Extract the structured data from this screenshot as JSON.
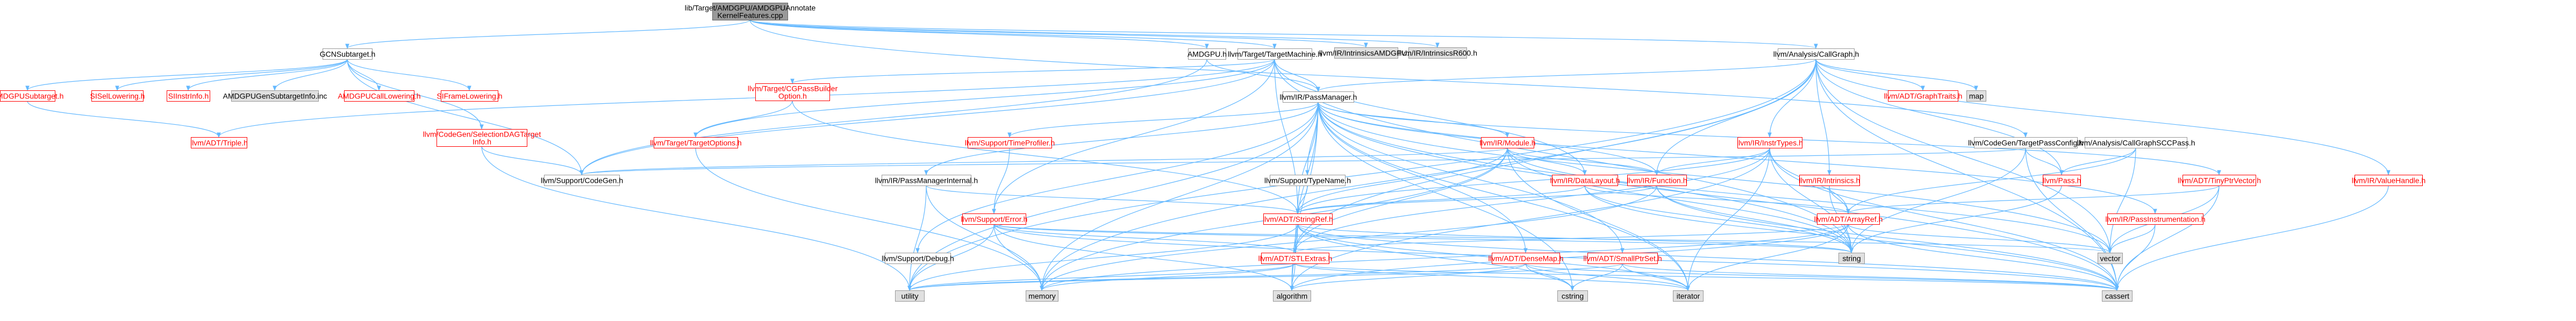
{
  "graph": {
    "nodes": [
      {
        "id": "root",
        "label": [
          "lib/Target/AMDGPU/AMDGPUAnnotate",
          "KernelFeatures.cpp"
        ],
        "style": "root"
      },
      {
        "id": "gcnsub",
        "label": [
          "GCNSubtarget.h"
        ],
        "style": "normal"
      },
      {
        "id": "amdgpuh",
        "label": [
          "AMDGPU.h"
        ],
        "style": "normal"
      },
      {
        "id": "tm",
        "label": [
          "llvm/Target/TargetMachine.h"
        ],
        "style": "normal"
      },
      {
        "id": "cg",
        "label": [
          "llvm/Analysis/CallGraph.h"
        ],
        "style": "normal"
      },
      {
        "id": "intr_amdgpu",
        "label": [
          "llvm/IR/IntrinsicsAMDGPU.h"
        ],
        "style": "gray"
      },
      {
        "id": "intr_r600",
        "label": [
          "llvm/IR/IntrinsicsR600.h"
        ],
        "style": "gray"
      },
      {
        "id": "amdgpusub",
        "label": [
          "AMDGPUSubtarget.h"
        ],
        "style": "red"
      },
      {
        "id": "sisel",
        "label": [
          "SISelLowering.h"
        ],
        "style": "red"
      },
      {
        "id": "siinstr",
        "label": [
          "SIInstrInfo.h"
        ],
        "style": "red"
      },
      {
        "id": "amdgpugen",
        "label": [
          "AMDGPUGenSubtargetInfo.inc"
        ],
        "style": "gray"
      },
      {
        "id": "amdgpucall",
        "label": [
          "AMDGPUCallLowering.h"
        ],
        "style": "red"
      },
      {
        "id": "siframe",
        "label": [
          "SIFrameLowering.h"
        ],
        "style": "red"
      },
      {
        "id": "triple",
        "label": [
          "llvm/ADT/Triple.h"
        ],
        "style": "red"
      },
      {
        "id": "seldag",
        "label": [
          "llvm/CodeGen/SelectionDAGTarget",
          "Info.h"
        ],
        "style": "red"
      },
      {
        "id": "cgpassbuilder",
        "label": [
          "llvm/Target/CGPassBuilder",
          "Option.h"
        ],
        "style": "red"
      },
      {
        "id": "passmanager",
        "label": [
          "llvm/IR/PassManager.h"
        ],
        "style": "normal"
      },
      {
        "id": "graphtraits",
        "label": [
          "llvm/ADT/GraphTraits.h"
        ],
        "style": "red"
      },
      {
        "id": "map",
        "label": [
          "map"
        ],
        "style": "gray"
      },
      {
        "id": "targetoptions",
        "label": [
          "llvm/Target/TargetOptions.h"
        ],
        "style": "red"
      },
      {
        "id": "timeprofiler",
        "label": [
          "llvm/Support/TimeProfiler.h"
        ],
        "style": "red"
      },
      {
        "id": "module",
        "label": [
          "llvm/IR/Module.h"
        ],
        "style": "red"
      },
      {
        "id": "instrtypes",
        "label": [
          "llvm/IR/InstrTypes.h"
        ],
        "style": "red"
      },
      {
        "id": "tpconfig",
        "label": [
          "llvm/CodeGen/TargetPassConfig.h"
        ],
        "style": "normal"
      },
      {
        "id": "cgscc",
        "label": [
          "llvm/Analysis/CallGraphSCCPass.h"
        ],
        "style": "normal"
      },
      {
        "id": "codegen",
        "label": [
          "llvm/Support/CodeGen.h"
        ],
        "style": "normal"
      },
      {
        "id": "pminternal",
        "label": [
          "llvm/IR/PassManagerInternal.h"
        ],
        "style": "normal"
      },
      {
        "id": "typename",
        "label": [
          "llvm/Support/TypeName.h"
        ],
        "style": "normal"
      },
      {
        "id": "datalayout",
        "label": [
          "llvm/IR/DataLayout.h"
        ],
        "style": "red"
      },
      {
        "id": "function",
        "label": [
          "llvm/IR/Function.h"
        ],
        "style": "red"
      },
      {
        "id": "intrinsics",
        "label": [
          "llvm/IR/Intrinsics.h"
        ],
        "style": "red"
      },
      {
        "id": "pass",
        "label": [
          "llvm/Pass.h"
        ],
        "style": "red"
      },
      {
        "id": "tinyptr",
        "label": [
          "llvm/ADT/TinyPtrVector.h"
        ],
        "style": "red"
      },
      {
        "id": "valuehandle",
        "label": [
          "llvm/IR/ValueHandle.h"
        ],
        "style": "red"
      },
      {
        "id": "error",
        "label": [
          "llvm/Support/Error.h"
        ],
        "style": "red"
      },
      {
        "id": "stringref",
        "label": [
          "llvm/ADT/StringRef.h"
        ],
        "style": "red"
      },
      {
        "id": "arrayref",
        "label": [
          "llvm/ADT/ArrayRef.h"
        ],
        "style": "red"
      },
      {
        "id": "passinstr",
        "label": [
          "llvm/IR/PassInstrumentation.h"
        ],
        "style": "red"
      },
      {
        "id": "debug",
        "label": [
          "llvm/Support/Debug.h"
        ],
        "style": "normal"
      },
      {
        "id": "stlextras",
        "label": [
          "llvm/ADT/STLExtras.h"
        ],
        "style": "red"
      },
      {
        "id": "densemap",
        "label": [
          "llvm/ADT/DenseMap.h"
        ],
        "style": "red"
      },
      {
        "id": "smallptrset",
        "label": [
          "llvm/ADT/SmallPtrSet.h"
        ],
        "style": "red"
      },
      {
        "id": "string",
        "label": [
          "string"
        ],
        "style": "gray"
      },
      {
        "id": "vector",
        "label": [
          "vector"
        ],
        "style": "gray"
      },
      {
        "id": "utility",
        "label": [
          "utility"
        ],
        "style": "gray"
      },
      {
        "id": "memory",
        "label": [
          "memory"
        ],
        "style": "gray"
      },
      {
        "id": "algorithm",
        "label": [
          "algorithm"
        ],
        "style": "gray"
      },
      {
        "id": "cstring",
        "label": [
          "cstring"
        ],
        "style": "gray"
      },
      {
        "id": "iterator",
        "label": [
          "iterator"
        ],
        "style": "gray"
      },
      {
        "id": "cassert",
        "label": [
          "cassert"
        ],
        "style": "gray"
      }
    ],
    "edges": [
      [
        "root",
        "gcnsub"
      ],
      [
        "root",
        "amdgpuh"
      ],
      [
        "root",
        "tm"
      ],
      [
        "root",
        "cg"
      ],
      [
        "root",
        "intr_amdgpu"
      ],
      [
        "root",
        "intr_r600"
      ],
      [
        "root",
        "tpconfig"
      ],
      [
        "gcnsub",
        "amdgpusub"
      ],
      [
        "gcnsub",
        "sisel"
      ],
      [
        "gcnsub",
        "siinstr"
      ],
      [
        "gcnsub",
        "amdgpugen"
      ],
      [
        "gcnsub",
        "amdgpucall"
      ],
      [
        "gcnsub",
        "siframe"
      ],
      [
        "gcnsub",
        "seldag"
      ],
      [
        "gcnsub",
        "codegen"
      ],
      [
        "amdgpusub",
        "triple"
      ],
      [
        "amdgpuh",
        "passmanager"
      ],
      [
        "amdgpuh",
        "codegen"
      ],
      [
        "tm",
        "triple"
      ],
      [
        "tm",
        "cgpassbuilder"
      ],
      [
        "tm",
        "passmanager"
      ],
      [
        "tm",
        "targetoptions"
      ],
      [
        "tm",
        "codegen"
      ],
      [
        "tm",
        "error"
      ],
      [
        "tm",
        "datalayout"
      ],
      [
        "tm",
        "stringref"
      ],
      [
        "tm",
        "string"
      ],
      [
        "cg",
        "passmanager"
      ],
      [
        "cg",
        "graphtraits"
      ],
      [
        "cg",
        "map"
      ],
      [
        "cg",
        "instrtypes"
      ],
      [
        "cg",
        "function"
      ],
      [
        "cg",
        "intrinsics"
      ],
      [
        "cg",
        "pass"
      ],
      [
        "cg",
        "valuehandle"
      ],
      [
        "cg",
        "stlextras"
      ],
      [
        "cg",
        "cassert"
      ],
      [
        "cg",
        "vector"
      ],
      [
        "cg",
        "memory"
      ],
      [
        "cg",
        "utility"
      ],
      [
        "cgpassbuilder",
        "targetoptions"
      ],
      [
        "cgpassbuilder",
        "stringref"
      ],
      [
        "seldag",
        "codegen"
      ],
      [
        "seldag",
        "utility"
      ],
      [
        "passmanager",
        "timeprofiler"
      ],
      [
        "passmanager",
        "module"
      ],
      [
        "passmanager",
        "pminternal"
      ],
      [
        "passmanager",
        "typename"
      ],
      [
        "passmanager",
        "function"
      ],
      [
        "passmanager",
        "passinstr"
      ],
      [
        "passmanager",
        "tinyptr"
      ],
      [
        "passmanager",
        "stlextras"
      ],
      [
        "passmanager",
        "debug"
      ],
      [
        "passmanager",
        "densemap"
      ],
      [
        "passmanager",
        "smallptrset"
      ],
      [
        "passmanager",
        "stringref"
      ],
      [
        "passmanager",
        "string"
      ],
      [
        "passmanager",
        "vector"
      ],
      [
        "passmanager",
        "memory"
      ],
      [
        "passmanager",
        "algorithm"
      ],
      [
        "passmanager",
        "cstring"
      ],
      [
        "passmanager",
        "iterator"
      ],
      [
        "passmanager",
        "cassert"
      ],
      [
        "passmanager",
        "utility"
      ],
      [
        "targetoptions",
        "memory"
      ],
      [
        "timeprofiler",
        "error"
      ],
      [
        "module",
        "codegen"
      ],
      [
        "module",
        "datalayout"
      ],
      [
        "module",
        "function"
      ],
      [
        "module",
        "stlextras"
      ],
      [
        "module",
        "stringref"
      ],
      [
        "module",
        "iterator"
      ],
      [
        "module",
        "string"
      ],
      [
        "module",
        "vector"
      ],
      [
        "module",
        "memory"
      ],
      [
        "instrtypes",
        "function"
      ],
      [
        "instrtypes",
        "stringref"
      ],
      [
        "instrtypes",
        "arrayref"
      ],
      [
        "instrtypes",
        "stlextras"
      ],
      [
        "instrtypes",
        "string"
      ],
      [
        "instrtypes",
        "iterator"
      ],
      [
        "instrtypes",
        "cassert"
      ],
      [
        "instrtypes",
        "algorithm"
      ],
      [
        "tpconfig",
        "pass"
      ],
      [
        "tpconfig",
        "codegen"
      ],
      [
        "tpconfig",
        "cassert"
      ],
      [
        "tpconfig",
        "string"
      ],
      [
        "cgscc",
        "pass"
      ],
      [
        "cgscc",
        "arrayref"
      ],
      [
        "cgscc",
        "vector"
      ],
      [
        "pminternal",
        "stringref"
      ],
      [
        "pminternal",
        "memory"
      ],
      [
        "pminternal",
        "utility"
      ],
      [
        "typename",
        "stringref"
      ],
      [
        "datalayout",
        "stringref"
      ],
      [
        "datalayout",
        "arrayref"
      ],
      [
        "datalayout",
        "string"
      ],
      [
        "datalayout",
        "cassert"
      ],
      [
        "function",
        "stringref"
      ],
      [
        "function",
        "string"
      ],
      [
        "function",
        "memory"
      ],
      [
        "function",
        "cassert"
      ],
      [
        "intrinsics",
        "arrayref"
      ],
      [
        "intrinsics",
        "string"
      ],
      [
        "pass",
        "string"
      ],
      [
        "tinyptr",
        "arrayref"
      ],
      [
        "tinyptr",
        "vector"
      ],
      [
        "tinyptr",
        "cassert"
      ],
      [
        "valuehandle",
        "cassert"
      ],
      [
        "error",
        "stlextras"
      ],
      [
        "error",
        "string"
      ],
      [
        "error",
        "vector"
      ],
      [
        "error",
        "cassert"
      ],
      [
        "error",
        "memory"
      ],
      [
        "error",
        "utility"
      ],
      [
        "error",
        "algorithm"
      ],
      [
        "stringref",
        "stlextras"
      ],
      [
        "stringref",
        "string"
      ],
      [
        "stringref",
        "cstring"
      ],
      [
        "stringref",
        "algorithm"
      ],
      [
        "stringref",
        "iterator"
      ],
      [
        "stringref",
        "utility"
      ],
      [
        "stringref",
        "cassert"
      ],
      [
        "arrayref",
        "stlextras"
      ],
      [
        "arrayref",
        "vector"
      ],
      [
        "arrayref",
        "cassert"
      ],
      [
        "arrayref",
        "iterator"
      ],
      [
        "arrayref",
        "memory"
      ],
      [
        "arrayref",
        "algorithm"
      ],
      [
        "passinstr",
        "cassert"
      ],
      [
        "passinstr",
        "vector"
      ],
      [
        "stlextras",
        "utility"
      ],
      [
        "stlextras",
        "memory"
      ],
      [
        "stlextras",
        "algorithm"
      ],
      [
        "stlextras",
        "iterator"
      ],
      [
        "stlextras",
        "cassert"
      ],
      [
        "densemap",
        "algorithm"
      ],
      [
        "densemap",
        "iterator"
      ],
      [
        "densemap",
        "cassert"
      ],
      [
        "densemap",
        "cstring"
      ],
      [
        "densemap",
        "utility"
      ],
      [
        "smallptrset",
        "iterator"
      ],
      [
        "smallptrset",
        "cassert"
      ],
      [
        "smallptrset",
        "utility"
      ],
      [
        "smallptrset",
        "cstring"
      ]
    ]
  }
}
